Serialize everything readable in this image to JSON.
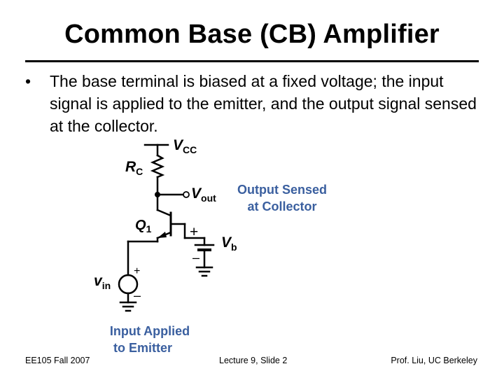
{
  "slide": {
    "title": "Common Base (CB) Amplifier",
    "bullet_text": "The base terminal is biased at a fixed voltage; the input signal is applied to the emitter, and the output signal sensed at the collector.",
    "bullet_symbol": "•"
  },
  "circuit": {
    "vcc_label": {
      "main": "V",
      "sub": "CC"
    },
    "rc_label": {
      "main": "R",
      "sub": "C"
    },
    "vout_label": {
      "main": "V",
      "sub": "out"
    },
    "q1_label": {
      "main": "Q",
      "sub": "1"
    },
    "vb_label": {
      "main": "V",
      "sub": "b"
    },
    "vin_label": {
      "main": "v",
      "sub": "in"
    },
    "plus_sign": "+",
    "minus_sign": "–",
    "output_annotation": [
      "Output Sensed",
      "at Collector"
    ],
    "input_annotation": [
      "Input Applied",
      "to Emitter"
    ],
    "annotation_color": "#3a5f9f"
  },
  "footer": {
    "left": "EE105 Fall 2007",
    "center": "Lecture 9, Slide 2",
    "right": "Prof. Liu, UC Berkeley"
  }
}
